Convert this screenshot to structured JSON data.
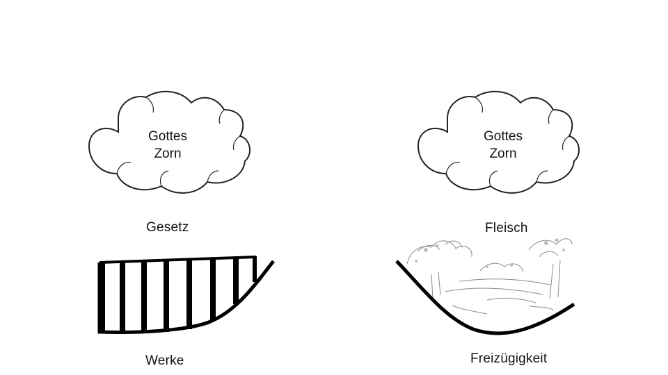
{
  "left_panel": {
    "cloud_line1": "Gottes",
    "cloud_line2": "Zorn",
    "top_label": "Gesetz",
    "bottom_label": "Werke"
  },
  "right_panel": {
    "cloud_line1": "Gottes",
    "cloud_line2": "Zorn",
    "top_label": "Fleisch",
    "bottom_label": "Freizügigkeit"
  }
}
